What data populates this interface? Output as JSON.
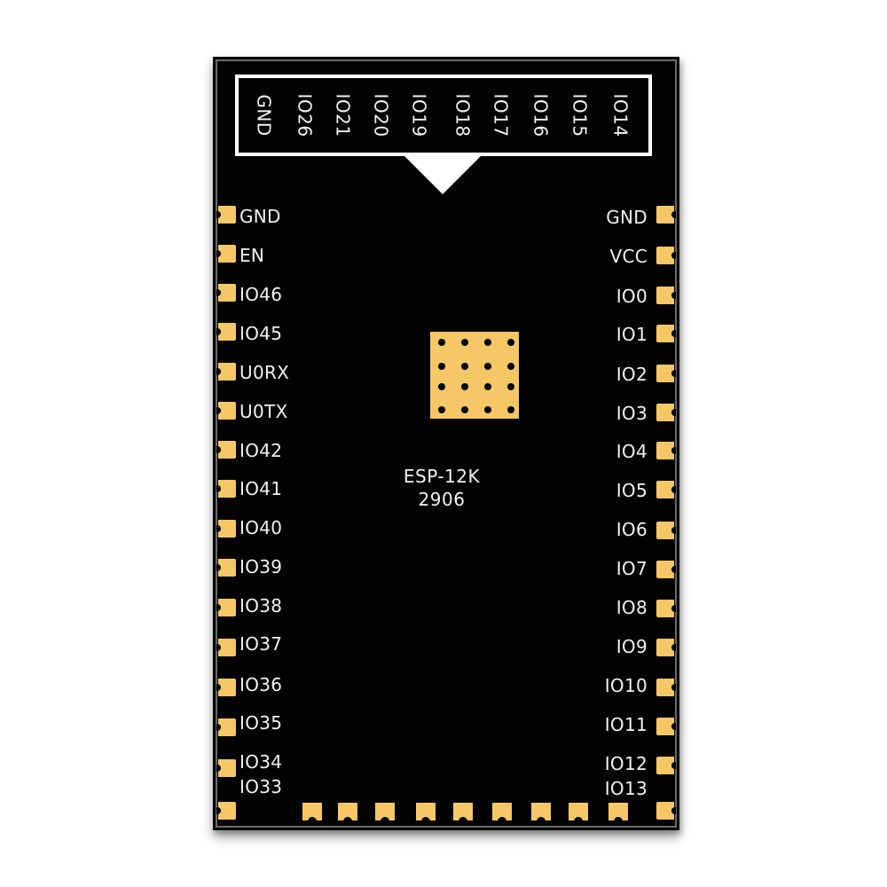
{
  "module": {
    "name": "ESP-12K",
    "code": "2906",
    "colors": {
      "board": "#020202",
      "pad": "#f5c766",
      "silkscreen": "#f2f2f2",
      "background": "#ffffff"
    }
  },
  "top_header": {
    "labels": [
      "GND",
      "IO26",
      "IO21",
      "IO20",
      "IO19",
      "IO18",
      "IO17",
      "IO16",
      "IO15",
      "IO14"
    ],
    "arrow_icon": "triangle-down"
  },
  "left_pins": [
    "GND",
    "EN",
    "IO46",
    "IO45",
    "U0RX",
    "U0TX",
    "IO42",
    "IO41",
    "IO40",
    "IO39",
    "IO38",
    "IO37",
    "IO36",
    "IO35",
    "IO34",
    "IO33"
  ],
  "right_pins": [
    "GND",
    "VCC",
    "IO0",
    "IO1",
    "IO2",
    "IO3",
    "IO4",
    "IO5",
    "IO6",
    "IO7",
    "IO8",
    "IO9",
    "IO10",
    "IO11",
    "IO12",
    "IO13"
  ],
  "bottom_pad_count": 11,
  "thermal_pad": {
    "via_rows": 4,
    "via_cols": 4
  }
}
